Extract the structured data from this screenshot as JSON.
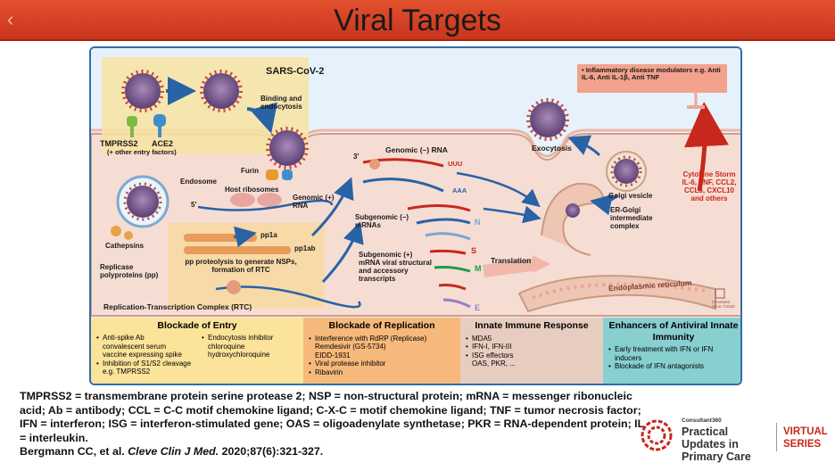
{
  "header": {
    "title": "Viral Targets"
  },
  "diagram": {
    "virus_label": "SARS-CoV-2",
    "binding_label": "Binding and endocytosis",
    "tmprss2_label": "TMPRSS2",
    "ace2_label": "ACE2",
    "entry_factors_label": "(+ other entry factors)",
    "furin_label": "Furin",
    "endosome_label": "Endosome",
    "host_ribosomes_label": "Host ribosomes",
    "genomic_pos_label": "Genomic (+) RNA",
    "cathepsins_label": "Cathepsins",
    "replicase_label": "Replicase polyproteins (pp)",
    "pp1a_label": "pp1a",
    "pp1ab_label": "pp1ab",
    "pp_proteolysis_label": "pp proteolysis to generate NSPs, formation of RTC",
    "rtc_label": "Replication-Transcription Complex (RTC)",
    "genomic_neg_label": "Genomic (–) RNA",
    "subgenomic_neg_label": "Subgenomic (–) mRNAs",
    "subgenomic_pos_label": "Subgenomic (+) mRNA viral structural and accessory transcripts",
    "translation_label": "Translation",
    "exocytosis_label": "Exocytosis",
    "golgi_label": "Golgi vesicle",
    "er_golgi_label": "ER-Golgi intermediate complex",
    "er_label": "Endoplasmic reticulum",
    "inflammatory_label": "• Inflammatory disease modulators e.g. Anti IL-6, Anti IL-1β, Anti TNF",
    "cytokine_label": "Cytokine Storm IL-6, TNF, CCL2, CCL3, CXCL10 and others",
    "end_3": "3'",
    "end_5": "5'",
    "uuu": "UUU",
    "aaa": "AAA",
    "s": "S",
    "m": "M",
    "e": "E",
    "n": "N",
    "cleveland_mark": "Cleveland Clinic ©2020"
  },
  "panels": {
    "entry": {
      "title": "Blockade of Entry",
      "items": [
        "Anti-spike Ab",
        "Endocytosis inhibitor",
        "Inhibition of S1/S2 cleavage"
      ],
      "subs": [
        "convalescent serum",
        "vaccine expressing spike",
        "chloroquine",
        "hydroxychloroquine",
        "e.g. TMPRSS2"
      ]
    },
    "replication": {
      "title": "Blockade of Replication",
      "items": [
        "Interference with RdRP (Replicase)",
        "Viral protease inhibitor",
        "Ribavirin"
      ],
      "subs": [
        "Remdesivir (GS-5734)",
        "EIDD-1931"
      ]
    },
    "innate": {
      "title": "Innate Immune Response",
      "items": [
        "MDA5",
        "IFN-I, IFN-III",
        "ISG effectors"
      ],
      "subs": [
        "OAS, PKR, ..."
      ]
    },
    "enhancers": {
      "title": "Enhancers of Antiviral Innate Immunity",
      "items": [
        "Early treatment with IFN or IFN inducers",
        "Blockade of IFN antagonists"
      ]
    }
  },
  "footer": {
    "abbreviations": "TMPRSS2 = transmembrane protein serine protease 2; NSP = non-structural protein; mRNA = messenger ribonucleic acid; Ab = antibody; CCL = C-C motif chemokine ligand; C-X-C = motif chemokine ligand; TNF = tumor necrosis factor; IFN = interferon; ISG = interferon-stimulated gene; OAS = oligoadenylate synthetase; PKR = RNA-dependent protein; IL = interleukin.",
    "citation_authors": "Bergmann CC, et al.",
    "citation_journal": "Cleve Clin J Med.",
    "citation_rest": "2020;87(6):321-327."
  },
  "logo": {
    "small": "Consultant360",
    "brand": "Practical Updates in Primary Care",
    "series": "VIRTUAL SERIES"
  },
  "colors": {
    "title_bar": "#d4401f",
    "virus_body": "#7c5b8f",
    "spike": "#c8473a",
    "cell_bg": "#f6ddd4",
    "entry_panel": "#fbe39a",
    "replication_panel": "#f6b97b",
    "innate_panel": "#e7cdbf",
    "enhancer_panel": "#88cfd0",
    "arrow": "#2a62a6",
    "cytokine": "#c8281b"
  }
}
